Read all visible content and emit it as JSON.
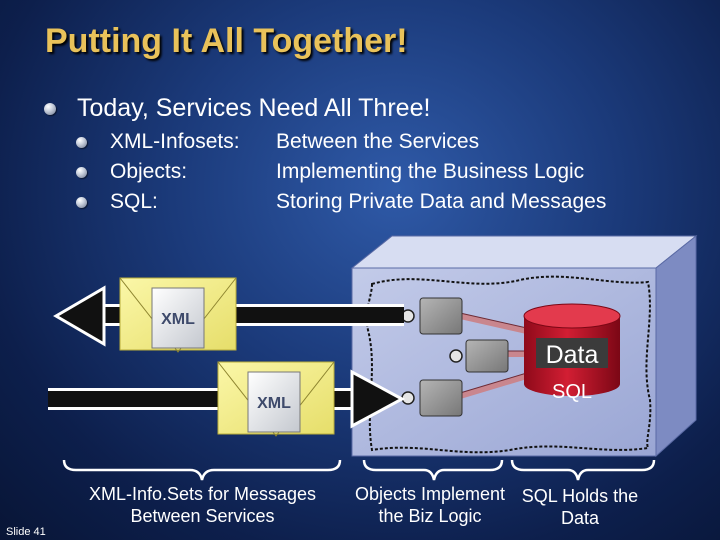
{
  "slide": {
    "title": "Putting It All Together!",
    "bullet": "Today, Services Need All Three!",
    "sub_bullets": [
      {
        "term": "XML-Infosets:",
        "desc": "Between the Services"
      },
      {
        "term": "Objects:",
        "desc": "Implementing the Business Logic"
      },
      {
        "term": "SQL:",
        "desc": "Storing Private Data and Messages"
      }
    ],
    "slide_number": "Slide 41"
  },
  "diagram": {
    "envelope_label": "XML",
    "db_label": "Data",
    "sql_label": "SQL",
    "captions": {
      "xml": "XML-Info.Sets for Messages Between Services",
      "objects": "Objects Implement the Biz Logic",
      "sql": "SQL Holds the Data"
    }
  },
  "colors": {
    "title": "#e9c25a",
    "box_face": "#a9b4dc",
    "envelope": "#f3ee8a",
    "database": "#c0152a"
  }
}
